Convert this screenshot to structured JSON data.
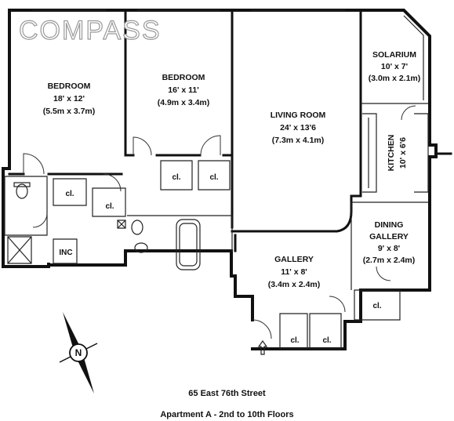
{
  "watermark": "COMPASS",
  "rooms": {
    "bedroom1": {
      "name": "BEDROOM",
      "dim_ft": "18' x 12'",
      "dim_m": "(5.5m x 3.7m)"
    },
    "bedroom2": {
      "name": "BEDROOM",
      "dim_ft": "16' x 11'",
      "dim_m": "(4.9m x 3.4m)"
    },
    "living": {
      "name": "LIVING ROOM",
      "dim_ft": "24' x 13'6",
      "dim_m": "(7.3m x 4.1m)"
    },
    "solarium": {
      "name": "SOLARIUM",
      "dim_ft": "10' x 7'",
      "dim_m": "(3.0m x 2.1m)"
    },
    "kitchen": {
      "name": "KITCHEN",
      "dim_ft": "10' x 6'6"
    },
    "dining": {
      "name_line1": "DINING",
      "name_line2": "GALLERY",
      "dim_ft": "9' x 8'",
      "dim_m": "(2.7m x 2.4m)"
    },
    "gallery": {
      "name": "GALLERY",
      "dim_ft": "11' x 8'",
      "dim_m": "(3.4m x 2.4m)"
    }
  },
  "closet_label": "cl.",
  "inc_label": "INC",
  "compass_letter": "N",
  "address": "65 East 76th Street",
  "apartment": "Apartment A - 2nd to 10th Floors"
}
